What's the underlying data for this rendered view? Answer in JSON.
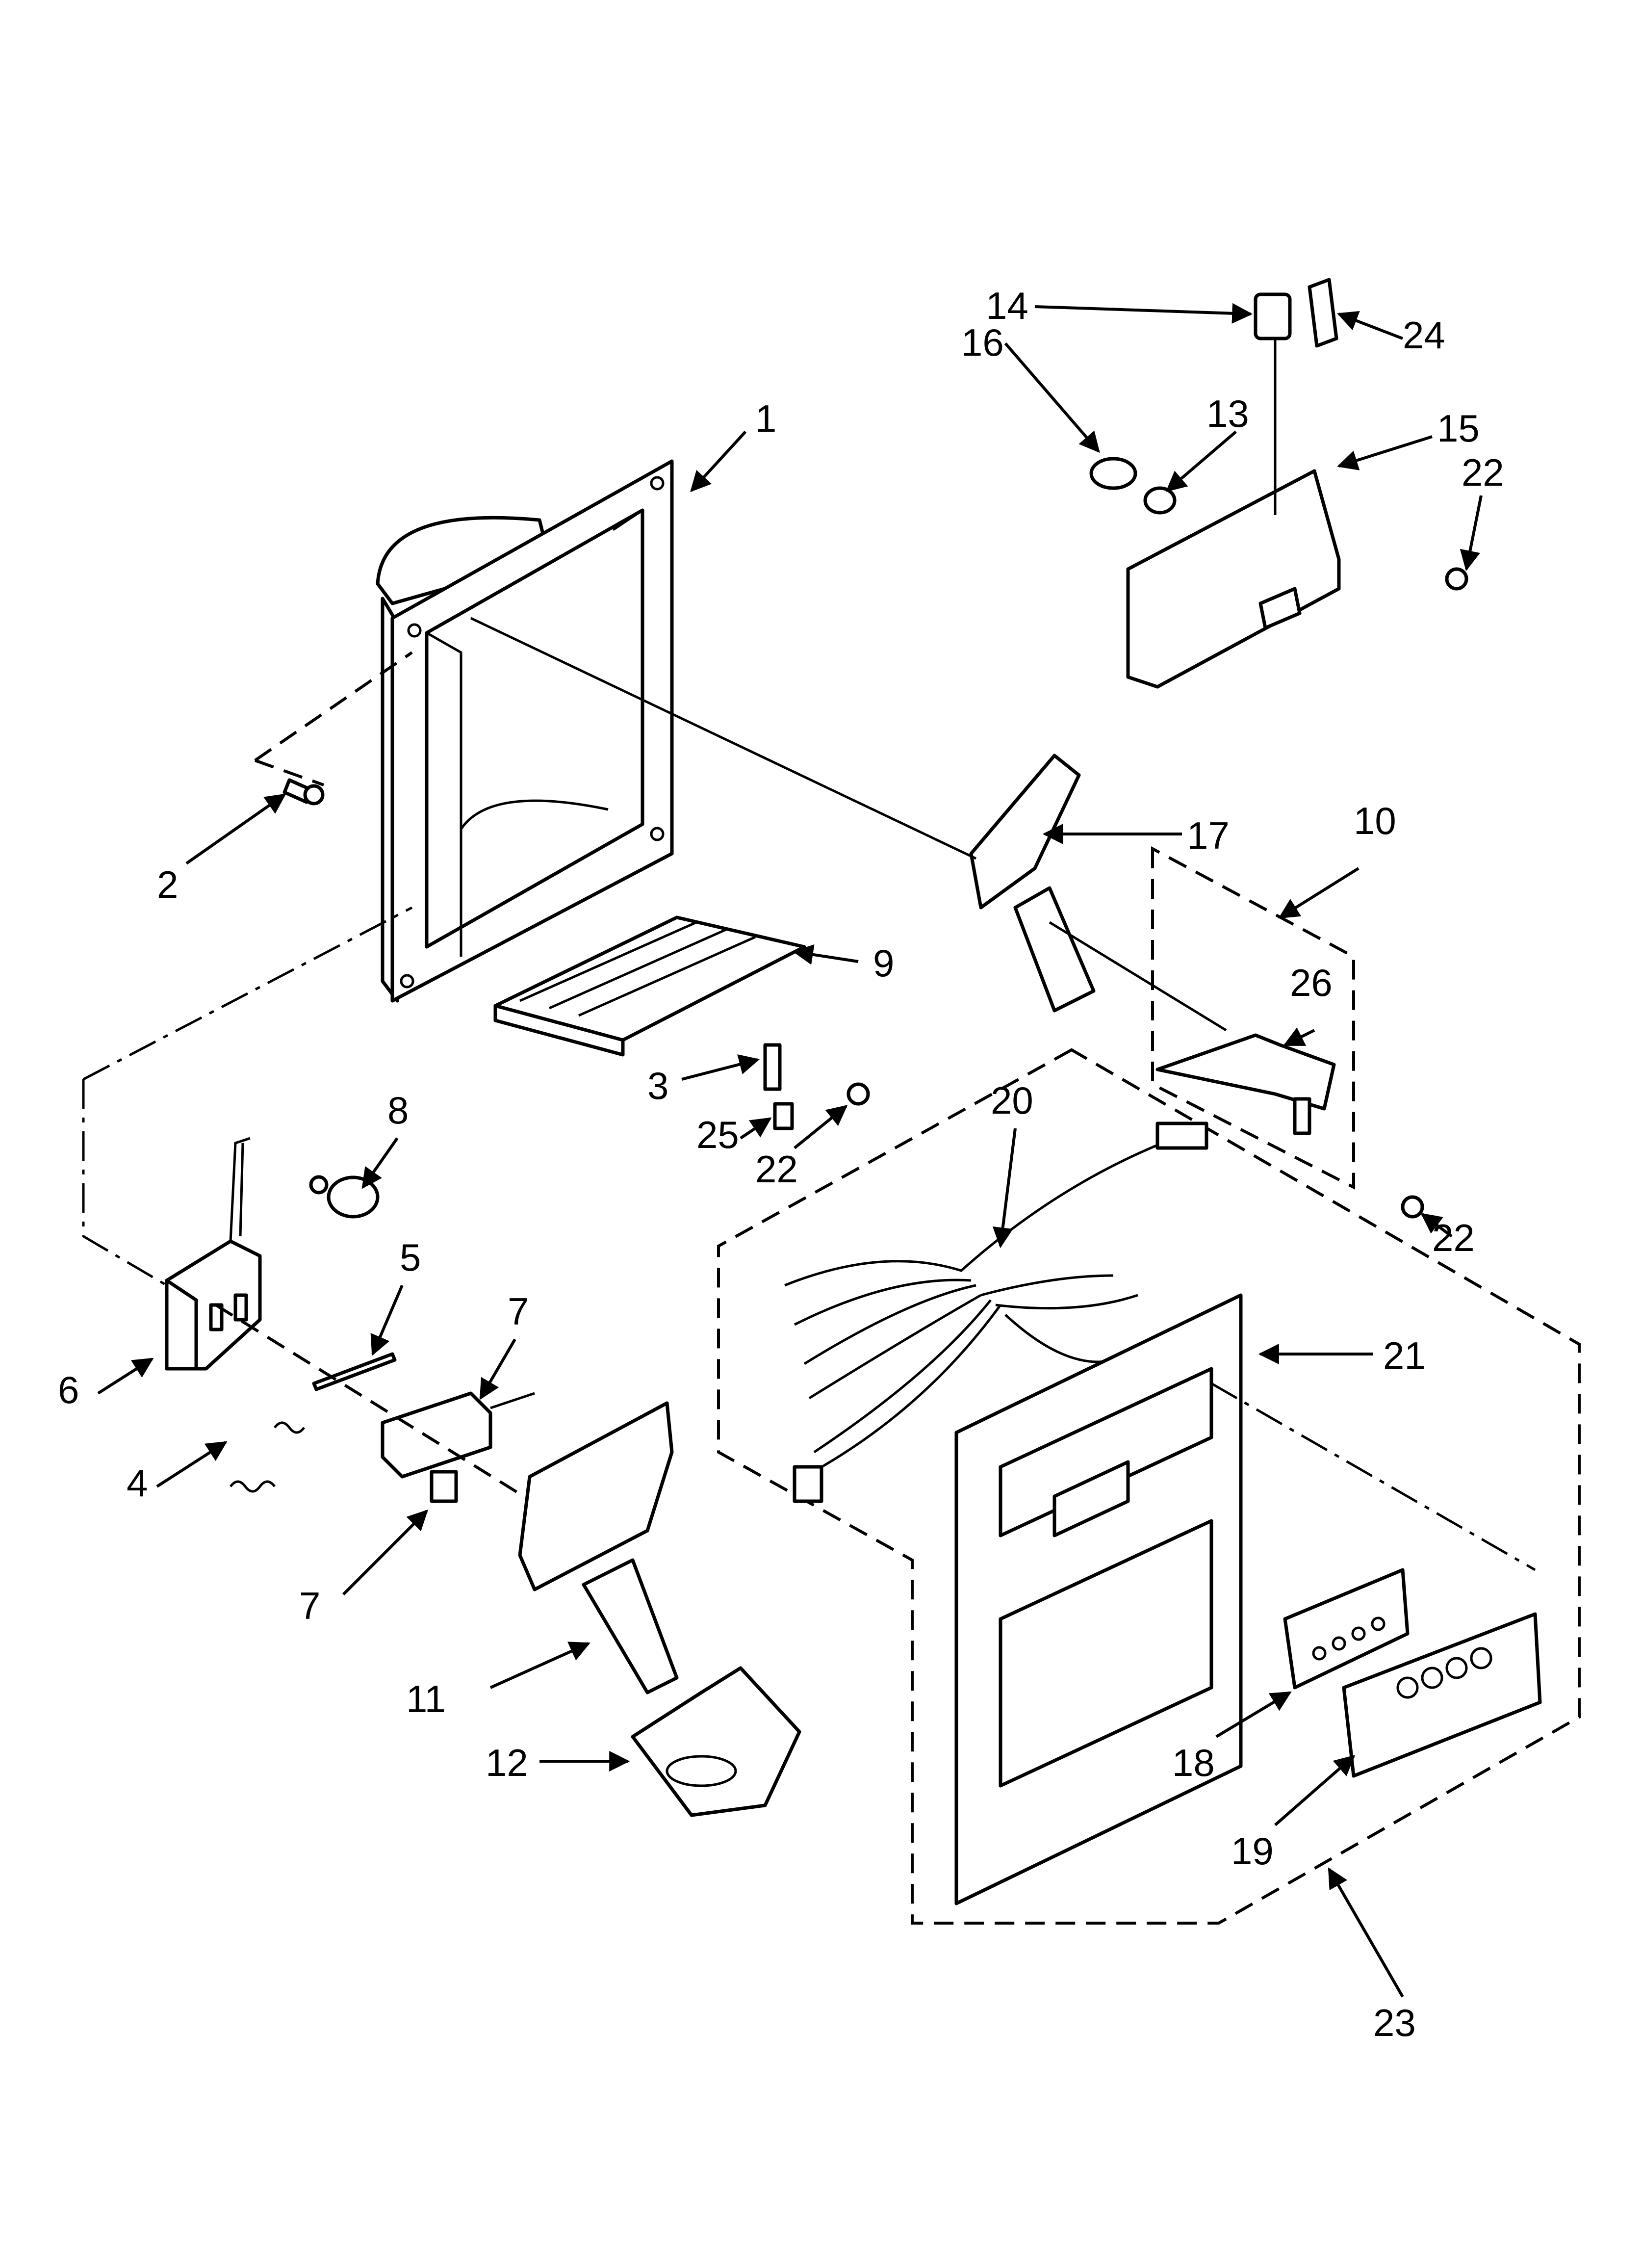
{
  "callouts": {
    "c1": "1",
    "c2": "2",
    "c3": "3",
    "c4": "4",
    "c5": "5",
    "c6": "6",
    "c7a": "7",
    "c7b": "7",
    "c8": "8",
    "c9": "9",
    "c10": "10",
    "c11": "11",
    "c12": "12",
    "c13": "13",
    "c14": "14",
    "c15": "15",
    "c16": "16",
    "c17": "17",
    "c18": "18",
    "c19": "19",
    "c20": "20",
    "c21": "21",
    "c22a": "22",
    "c22b": "22",
    "c22c": "22",
    "c23": "23",
    "c24": "24",
    "c25": "25",
    "c26": "26"
  }
}
